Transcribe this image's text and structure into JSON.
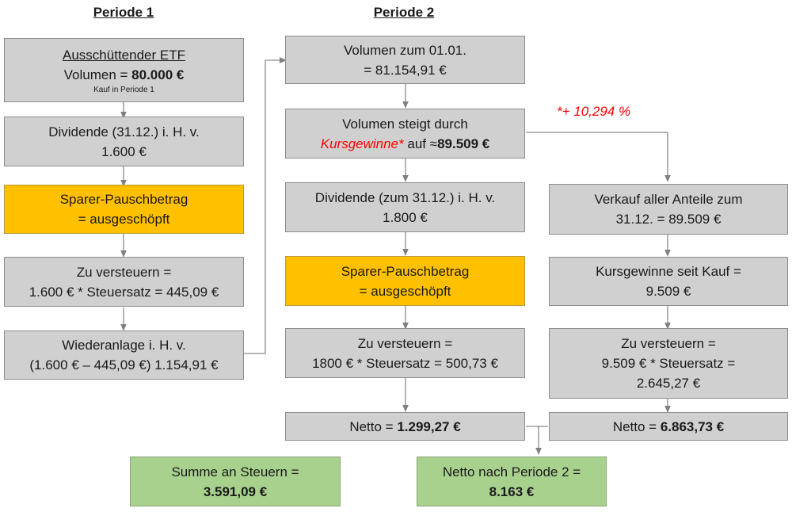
{
  "headers": {
    "period1": "Periode 1",
    "period2": "Periode 2"
  },
  "period1": {
    "etf": {
      "title": "Ausschüttender ETF",
      "volume_label": "Volumen = ",
      "volume_value": "80.000 €",
      "note": "Kauf in Periode 1"
    },
    "dividend": {
      "line1": "Dividende (31.12.) i. H. v.",
      "line2": "1.600 €"
    },
    "allowance": {
      "line1": "Sparer-Pauschbetrag",
      "line2": "= ausgeschöpft"
    },
    "tax": {
      "line1": "Zu versteuern =",
      "line2": "1.600 € * Steuersatz = 445,09 €"
    },
    "reinvest": {
      "line1": "Wiederanlage i. H. v.",
      "line2": "(1.600 € – 445,09 €) 1.154,91 €"
    }
  },
  "period2": {
    "start_volume": {
      "line1": "Volumen zum 01.01.",
      "line2": "= 81.154,91 €"
    },
    "growth": {
      "line1": "Volumen steigt durch",
      "red_text": "Kursgewinne*",
      "mid_text": " auf ≈",
      "value": "89.509 €"
    },
    "growth_note": "*+ 10,294 %",
    "dividend": {
      "line1": "Dividende (zum 31.12.) i. H. v.",
      "line2": "1.800 €"
    },
    "allowance": {
      "line1": "Sparer-Pauschbetrag",
      "line2": "= ausgeschöpft"
    },
    "tax": {
      "line1": "Zu versteuern =",
      "line2": "1800 € * Steuersatz = 500,73 €"
    },
    "netto": {
      "label": "Netto = ",
      "value": "1.299,27 €"
    },
    "sale": {
      "line1": "Verkauf aller Anteile zum",
      "line2": "31.12. = 89.509 €"
    },
    "gains": {
      "line1": "Kursgewinne seit Kauf =",
      "line2": "9.509 €"
    },
    "sale_tax": {
      "line1": "Zu versteuern =",
      "line2": "9.509 € * Steuersatz =",
      "line3": "2.645,27 €"
    },
    "sale_netto": {
      "label": "Netto = ",
      "value": "6.863,73 €"
    }
  },
  "summary": {
    "taxes": {
      "line1": "Summe an Steuern =",
      "value": "3.591,09 €"
    },
    "net": {
      "line1": "Netto nach Periode 2 =",
      "value": "8.163 €"
    }
  },
  "colors": {
    "grey_box": "#d0d0d0",
    "orange_box": "#ffc000",
    "green_box": "#a9d18e",
    "accent_red": "#ff0000"
  }
}
